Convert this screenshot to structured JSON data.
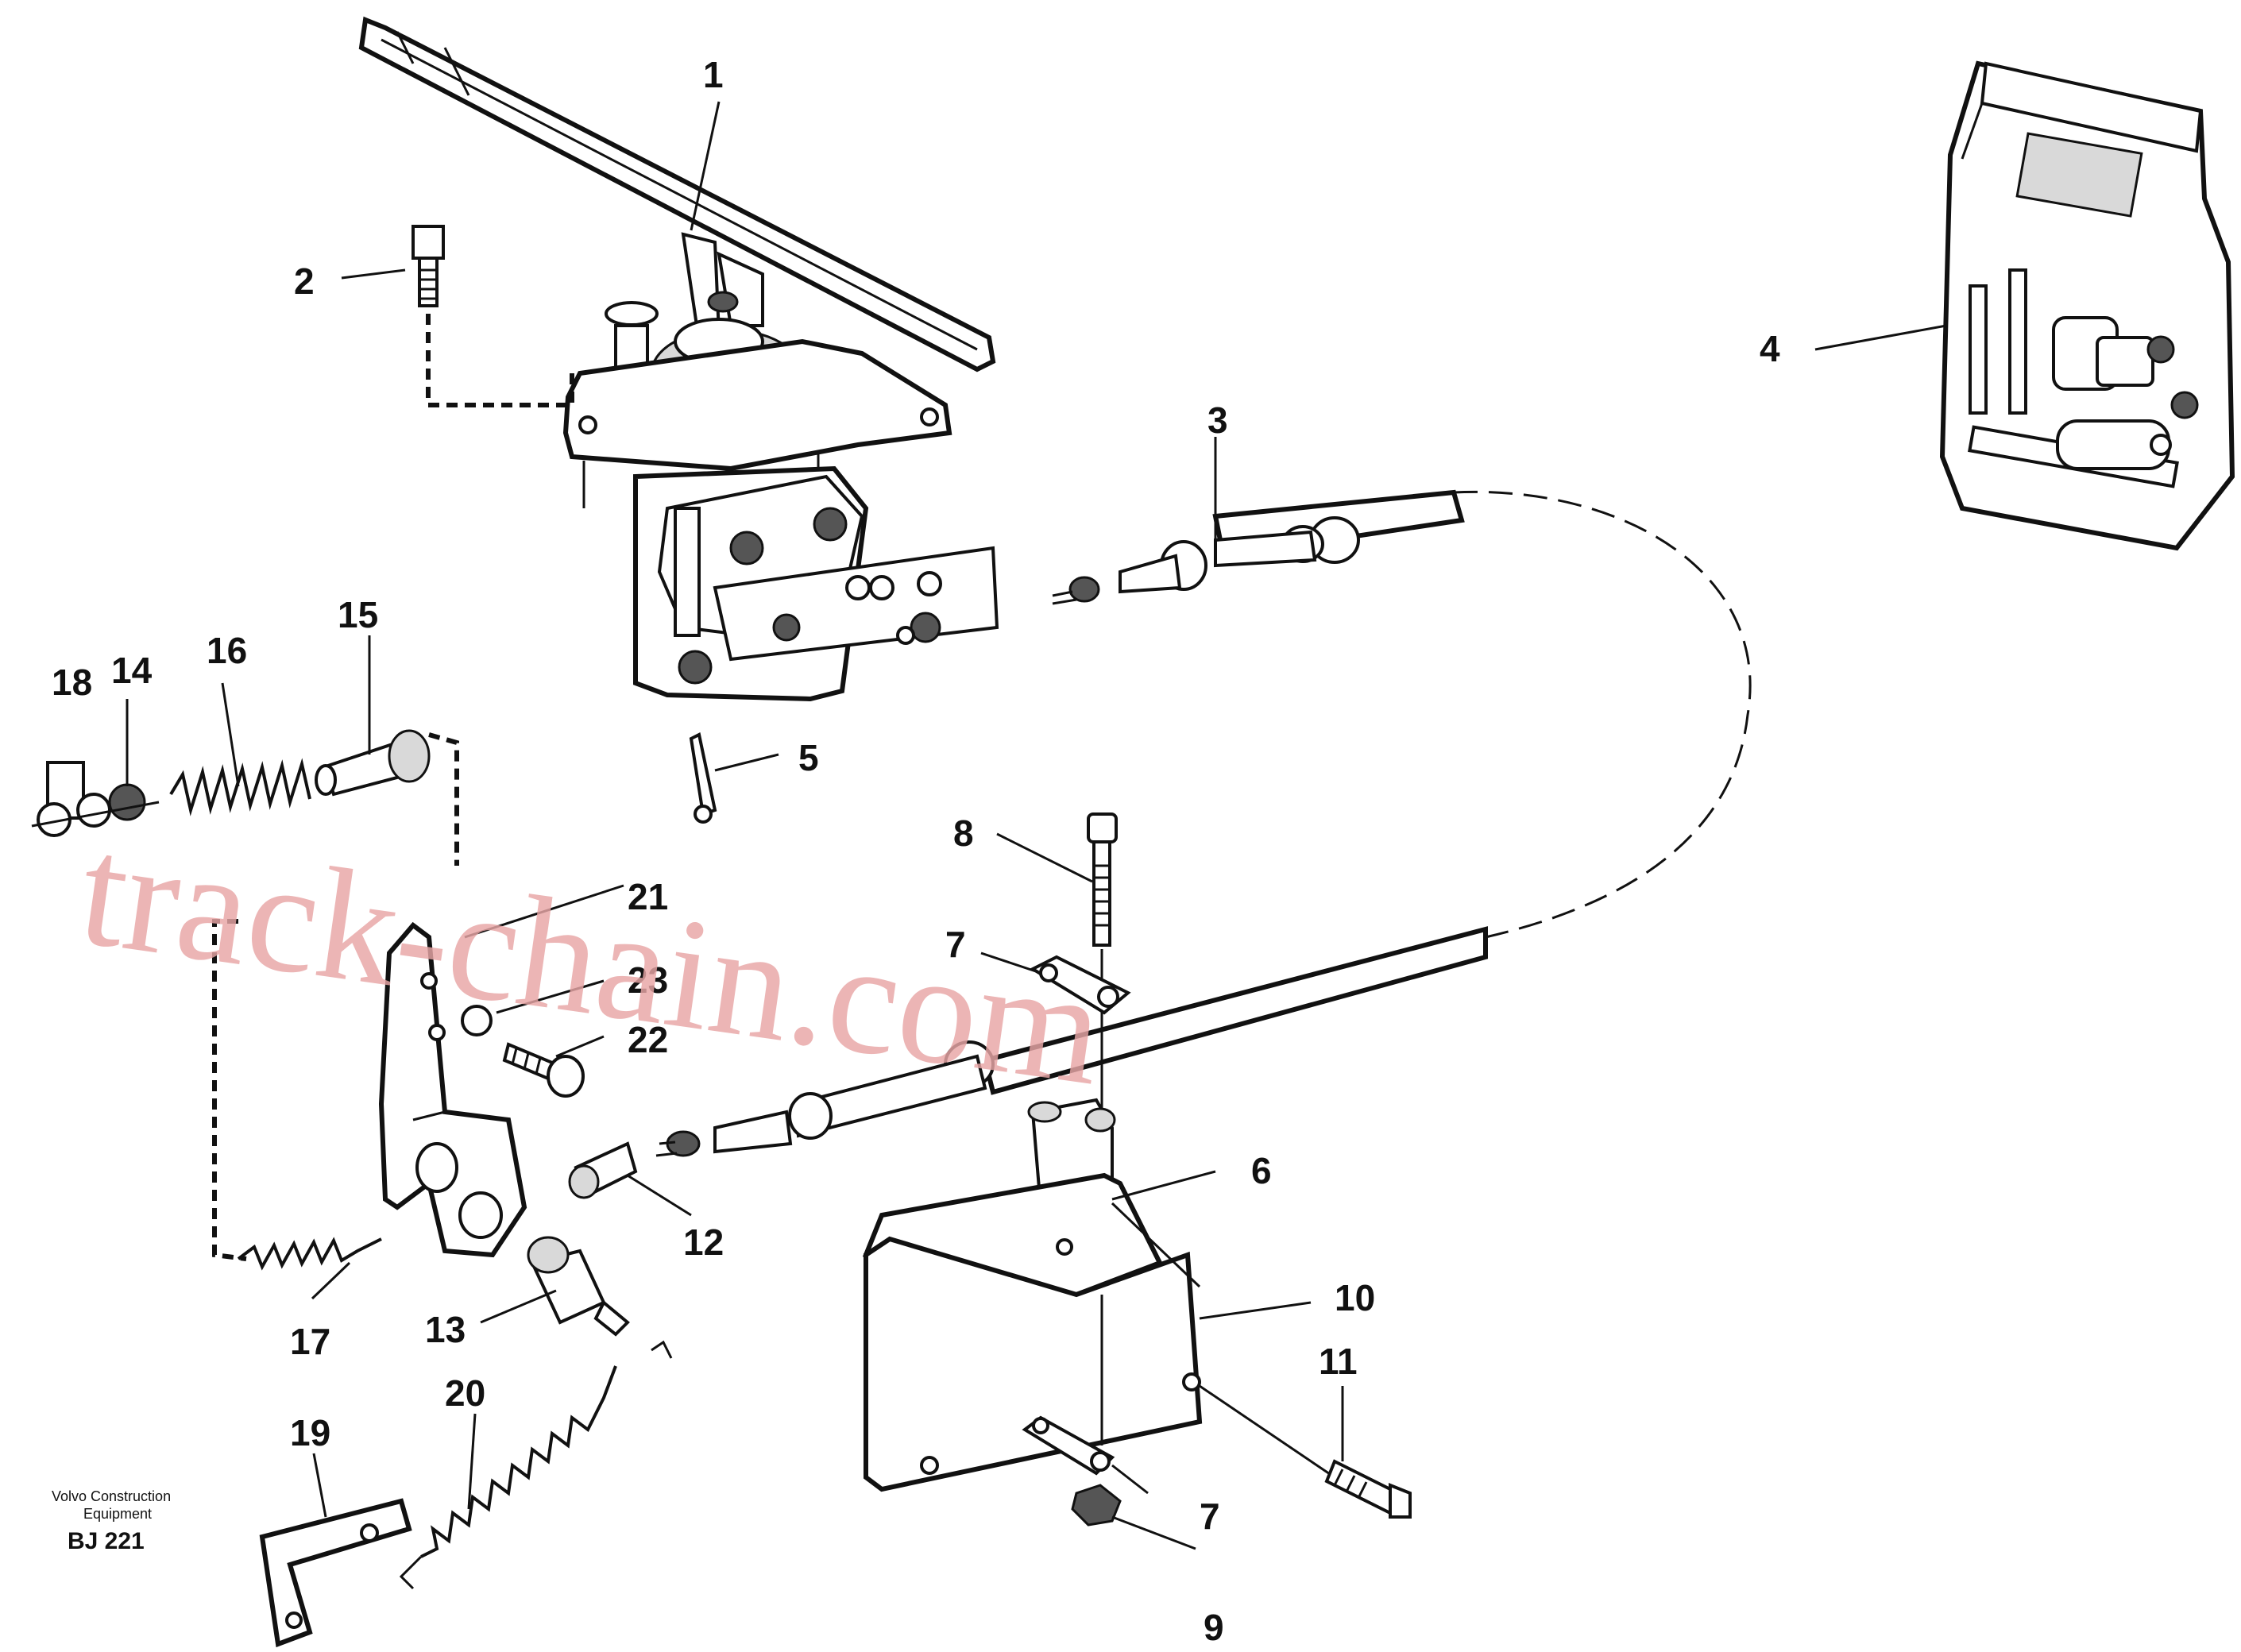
{
  "callouts": [
    "1",
    "2",
    "3",
    "4",
    "5",
    "6",
    "7",
    "7",
    "8",
    "9",
    "10",
    "11",
    "12",
    "13",
    "14",
    "15",
    "16",
    "17",
    "18",
    "19",
    "20",
    "21",
    "22",
    "23"
  ],
  "watermark": "track-chain.com",
  "brand_line1": "Volvo Construction",
  "brand_line2": "Equipment",
  "diagram_code": "BJ 221"
}
